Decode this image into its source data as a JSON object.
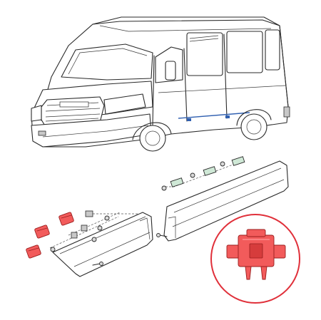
{
  "colors": {
    "clip_highlight": "#f25b5b",
    "detail_ring": "#e0303a",
    "retainer_clip": "#cfe8d6",
    "line_art": "#2a2a2a"
  },
  "icons": [
    "van-illustration",
    "moulding-panel",
    "retainer-clip",
    "fastener"
  ]
}
